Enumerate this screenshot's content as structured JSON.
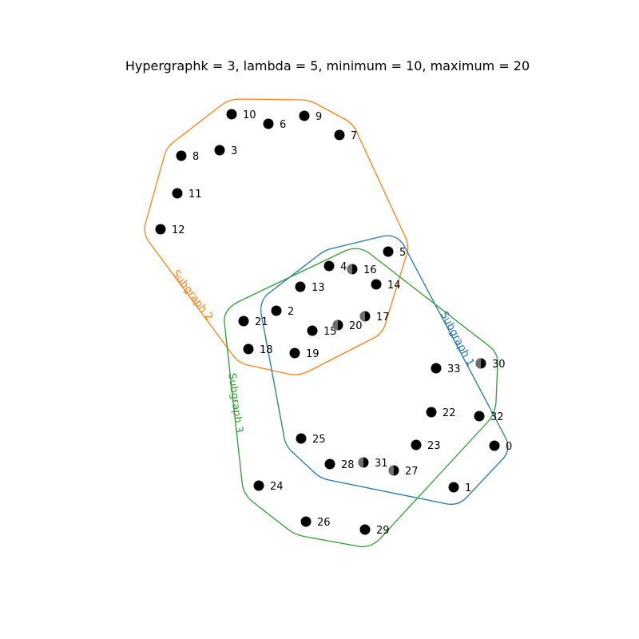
{
  "title": "Hypergraphk = 3, lambda = 5, minimum = 10, maximum = 20",
  "subgraphs": [
    {
      "id": "subgraph-1",
      "label": "Subgraph 1",
      "color": "#1f77b4"
    },
    {
      "id": "subgraph-2",
      "label": "Subgraph 2",
      "color": "#ff7f0e"
    },
    {
      "id": "subgraph-3",
      "label": "Subgraph 3",
      "color": "#2ca02c"
    }
  ],
  "nodes": [
    {
      "id": "0",
      "label": "0",
      "half_gray": false
    },
    {
      "id": "1",
      "label": "1",
      "half_gray": false
    },
    {
      "id": "2",
      "label": "2",
      "half_gray": false
    },
    {
      "id": "3",
      "label": "3",
      "half_gray": false
    },
    {
      "id": "4",
      "label": "4",
      "half_gray": false
    },
    {
      "id": "5",
      "label": "5",
      "half_gray": false
    },
    {
      "id": "6",
      "label": "6",
      "half_gray": false
    },
    {
      "id": "7",
      "label": "7",
      "half_gray": false
    },
    {
      "id": "8",
      "label": "8",
      "half_gray": false
    },
    {
      "id": "9",
      "label": "9",
      "half_gray": false
    },
    {
      "id": "10",
      "label": "10",
      "half_gray": false
    },
    {
      "id": "11",
      "label": "11",
      "half_gray": false
    },
    {
      "id": "12",
      "label": "12",
      "half_gray": false
    },
    {
      "id": "13",
      "label": "13",
      "half_gray": false
    },
    {
      "id": "14",
      "label": "14",
      "half_gray": false
    },
    {
      "id": "15",
      "label": "15",
      "half_gray": false
    },
    {
      "id": "16",
      "label": "16",
      "half_gray": true
    },
    {
      "id": "17",
      "label": "17",
      "half_gray": true
    },
    {
      "id": "18",
      "label": "18",
      "half_gray": false
    },
    {
      "id": "19",
      "label": "19",
      "half_gray": false
    },
    {
      "id": "20",
      "label": "20",
      "half_gray": true
    },
    {
      "id": "21",
      "label": "21",
      "half_gray": false
    },
    {
      "id": "22",
      "label": "22",
      "half_gray": false
    },
    {
      "id": "23",
      "label": "23",
      "half_gray": false
    },
    {
      "id": "24",
      "label": "24",
      "half_gray": false
    },
    {
      "id": "25",
      "label": "25",
      "half_gray": false
    },
    {
      "id": "26",
      "label": "26",
      "half_gray": false
    },
    {
      "id": "27",
      "label": "27",
      "half_gray": true
    },
    {
      "id": "28",
      "label": "28",
      "half_gray": false
    },
    {
      "id": "29",
      "label": "29",
      "half_gray": false
    },
    {
      "id": "30",
      "label": "30",
      "half_gray": true
    },
    {
      "id": "31",
      "label": "31",
      "half_gray": true
    },
    {
      "id": "32",
      "label": "32",
      "half_gray": false
    },
    {
      "id": "33",
      "label": "33",
      "half_gray": false
    }
  ]
}
